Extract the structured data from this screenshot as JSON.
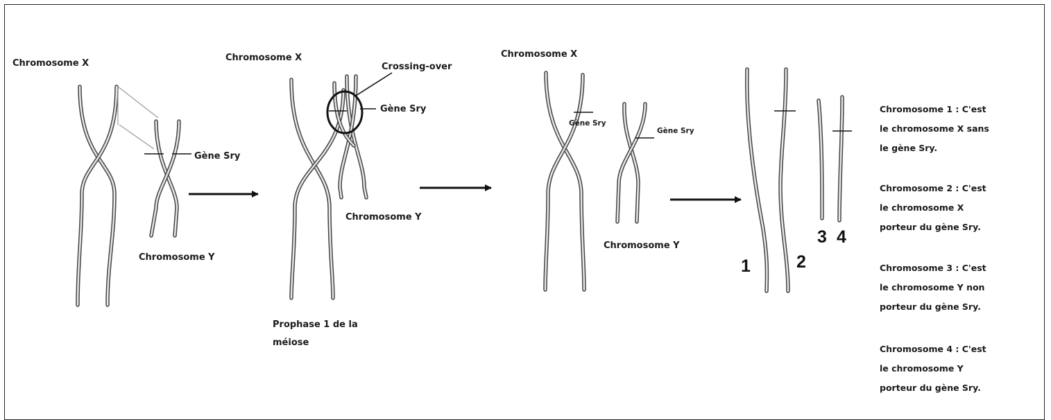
{
  "labels": {
    "p1_chrom_x": "Chromosome X",
    "p1_gene_sry": "Gène Sry",
    "p1_chrom_y": "Chromosome Y",
    "p2_chrom_x": "Chromosome X",
    "p2_crossing_over": "Crossing-over",
    "p2_gene_sry": "Gène Sry",
    "p2_chrom_y": "Chromosome Y",
    "p2_caption_line1": "Prophase 1 de la",
    "p2_caption_line2": "méiose",
    "p3_chrom_x": "Chromosome X",
    "p3_gene_sry_x": "Gène Sry",
    "p3_gene_sry_y": "Gène Sry",
    "p3_chrom_y": "Chromosome Y",
    "num_1": "1",
    "num_2": "2",
    "num_3": "3",
    "num_4": "4"
  },
  "legend": [
    {
      "lines": [
        "Chromosome 1 : C'est",
        "le chromosome X sans",
        "le gène Sry."
      ]
    },
    {
      "lines": [
        "Chromosome 2 : C'est",
        "le chromosome X",
        "porteur du gène Sry."
      ]
    },
    {
      "lines": [
        "Chromosome 3 : C'est",
        "le chromosome Y non",
        "porteur du gène Sry."
      ]
    },
    {
      "lines": [
        "Chromosome 4 : C'est",
        "le chromosome Y",
        "porteur du gène Sry."
      ]
    }
  ],
  "colors": {
    "strand": "#9a9a9a",
    "strand_dark": "#444444",
    "line": "#111111"
  }
}
